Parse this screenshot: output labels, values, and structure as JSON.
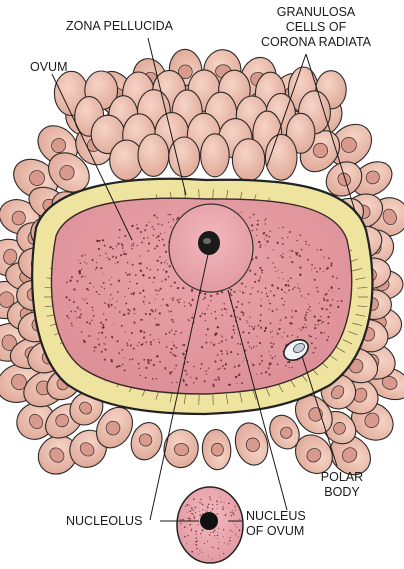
{
  "labels": {
    "zona_pellucida": "ZONA PELLUCIDA",
    "granulosa_1": "GRANULOSA",
    "granulosa_2": "CELLS OF",
    "granulosa_3": "CORONA RADIATA",
    "ovum": "OVUM",
    "polar_1": "POLAR",
    "polar_2": "BODY",
    "nucleolus": "NUCLEOLUS",
    "nucleus_1": "NUCLEUS",
    "nucleus_2": "OF OVUM"
  },
  "colors": {
    "cytoplasm": "#e8a0a6",
    "zona": "#eee4a0",
    "granulosa": "#e9b9a8",
    "outline": "#222222"
  }
}
